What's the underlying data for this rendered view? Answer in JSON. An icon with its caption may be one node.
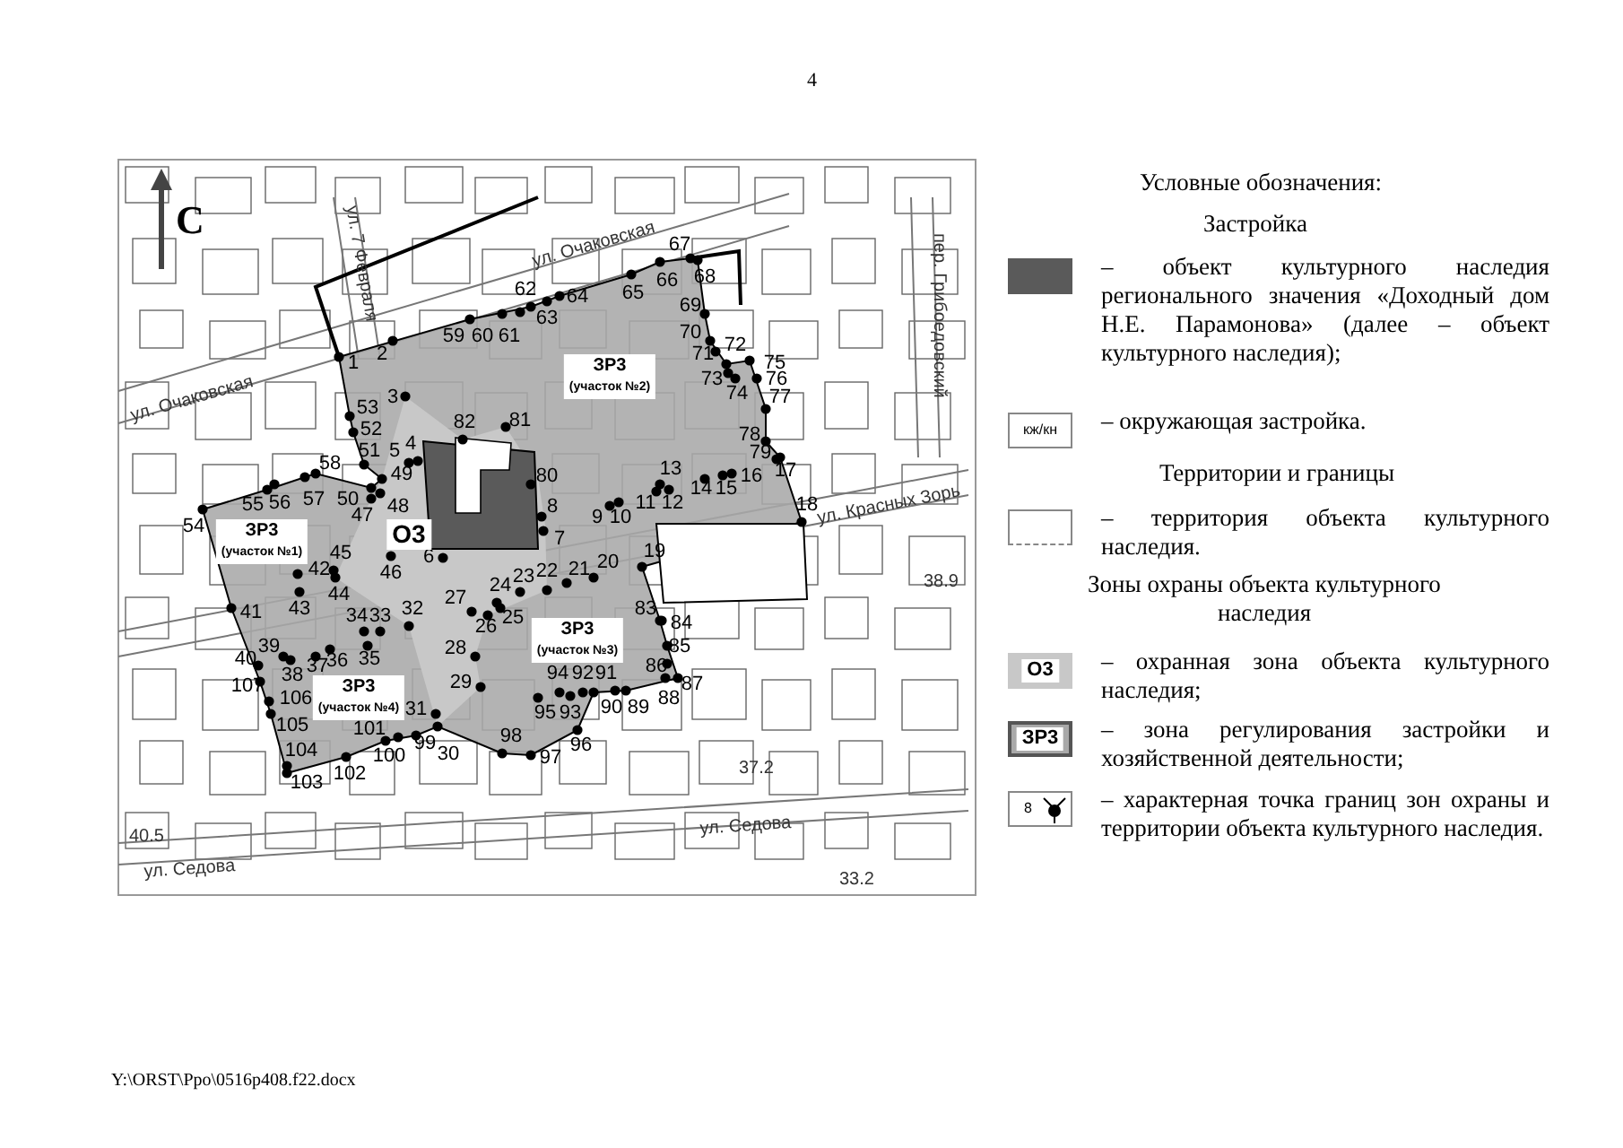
{
  "diagram": {
    "labels": [
      "4",
      "С",
      "ул. Очаковская",
      "ул. Очаковская",
      "ул. 7 Февраля",
      "пер. Грибоедовский",
      "ул. Красных Зорь",
      "ул. Седова",
      "ул. Седова",
      "ЗР3",
      "(участок №2)",
      "ЗР3",
      "(участок №1)",
      "О3",
      "ЗР3",
      "(участок №3)",
      "ЗР3",
      "(участок №4)",
      "1",
      "2",
      "3",
      "4",
      "5",
      "6",
      "7",
      "8",
      "9",
      "10",
      "11",
      "12",
      "13",
      "14",
      "15",
      "16",
      "17",
      "18",
      "19",
      "20",
      "21",
      "22",
      "23",
      "24",
      "25",
      "26",
      "27",
      "28",
      "29",
      "30",
      "31",
      "32",
      "33",
      "34",
      "35",
      "36",
      "37",
      "38",
      "39",
      "40",
      "41",
      "42",
      "43",
      "44",
      "45",
      "46",
      "47",
      "48",
      "49",
      "50",
      "51",
      "52",
      "53",
      "54",
      "55",
      "56",
      "57",
      "58",
      "59",
      "60",
      "61",
      "62",
      "63",
      "64",
      "65",
      "66",
      "67",
      "68",
      "69",
      "70",
      "71",
      "72",
      "73",
      "74",
      "75",
      "76",
      "77",
      "78",
      "79",
      "80",
      "81",
      "82",
      "83",
      "84",
      "85",
      "86",
      "87",
      "88",
      "89",
      "90",
      "91",
      "92",
      "93",
      "94",
      "95",
      "96",
      "97",
      "98",
      "99",
      "100",
      "101",
      "102",
      "103",
      "104",
      "105",
      "106",
      "107",
      "38.9",
      "37.2",
      "40.5",
      "33.2",
      "Условные обозначения:",
      "Застройка",
      "кж/кн",
      "Территории и границы",
      "Зоны охраны объекта культурного наследия",
      "О3",
      "ЗР3",
      "8",
      "Y:\\ORST\\Ppo\\0516p408.f22.docx"
    ],
    "legend": [
      {
        "text": "– объект культурного наследия регионального значения «Доходный дом Н.Е. Парамонова» (далее – объект культурного наследия);",
        "color": "#5a5a5a"
      },
      {
        "text": "– окружающая застройка."
      },
      {
        "text": "– территория объекта культурного наследия."
      },
      {
        "text": "– охранная зона объекта культурного наследия;",
        "color": "#c8c8c8"
      },
      {
        "text": "– зона регулирования застройки и хозяйственной деятельности;",
        "color": "#a9a9a9"
      },
      {
        "text": "– характерная точка границ зон охраны и территории объекта культурного наследия."
      }
    ]
  }
}
